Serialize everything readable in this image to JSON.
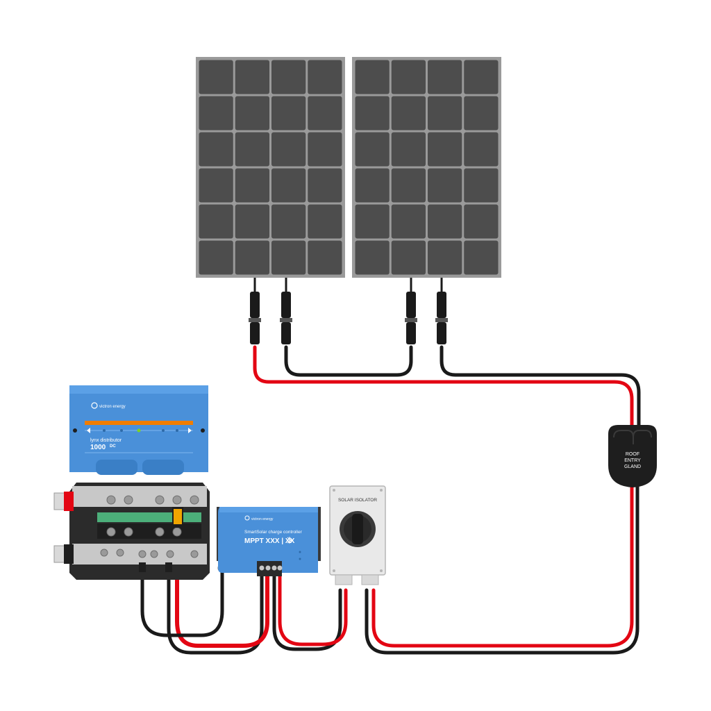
{
  "colors": {
    "panel_frame": "#9a9a9a",
    "panel_cell": "#4d4d4d",
    "cable_red": "#e30613",
    "cable_black": "#1a1a1a",
    "victron_blue": "#4a90d9",
    "lynx_orange": "#f07d00",
    "isolator_body": "#e9e9e9",
    "gland_black": "#1e1e1e",
    "busbar_grey": "#c8c8c8"
  },
  "panels": [
    {
      "label": "",
      "columns": 4,
      "rows": 6
    },
    {
      "label": "",
      "columns": 4,
      "rows": 6
    }
  ],
  "lynx_distributor": {
    "brand": "victron energy",
    "name": "lynx distributor",
    "rating": "1000",
    "unit": "DC"
  },
  "charge_controller": {
    "brand": "victron energy",
    "name": "SmartSolar charge controller",
    "model": "MPPT XXX | XX"
  },
  "solar_isolator": {
    "label": "SOLAR ISOLATOR"
  },
  "roof_entry_gland": {
    "line1": "ROOF",
    "line2": "ENTRY",
    "line3": "GLAND"
  },
  "icons": [
    "victron-logo-icon",
    "bluetooth-icon",
    "mc4-connector-icon",
    "rotary-switch-icon"
  ]
}
